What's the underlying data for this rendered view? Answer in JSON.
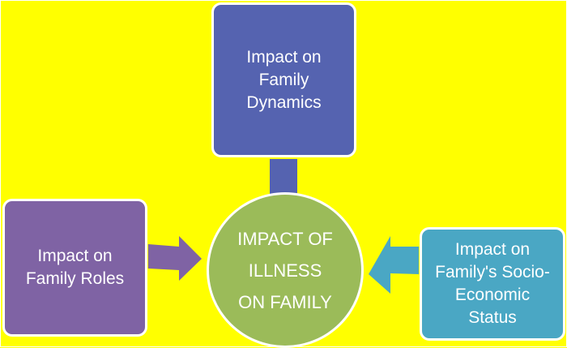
{
  "diagram": {
    "center": {
      "label": "IMPACT OF\nILLNESS\nON FAMILY"
    },
    "nodes": [
      {
        "id": "top",
        "label": "Impact on\nFamily\nDynamics"
      },
      {
        "id": "left",
        "label": "Impact on\nFamily Roles"
      },
      {
        "id": "right",
        "label": "Impact on\nFamily's Socio-\nEconomic\nStatus"
      }
    ],
    "colors": {
      "background": "#ffff00",
      "top": "#5563b0",
      "left": "#7f63a4",
      "right": "#4aa7c4",
      "center": "#9bbb59"
    }
  }
}
